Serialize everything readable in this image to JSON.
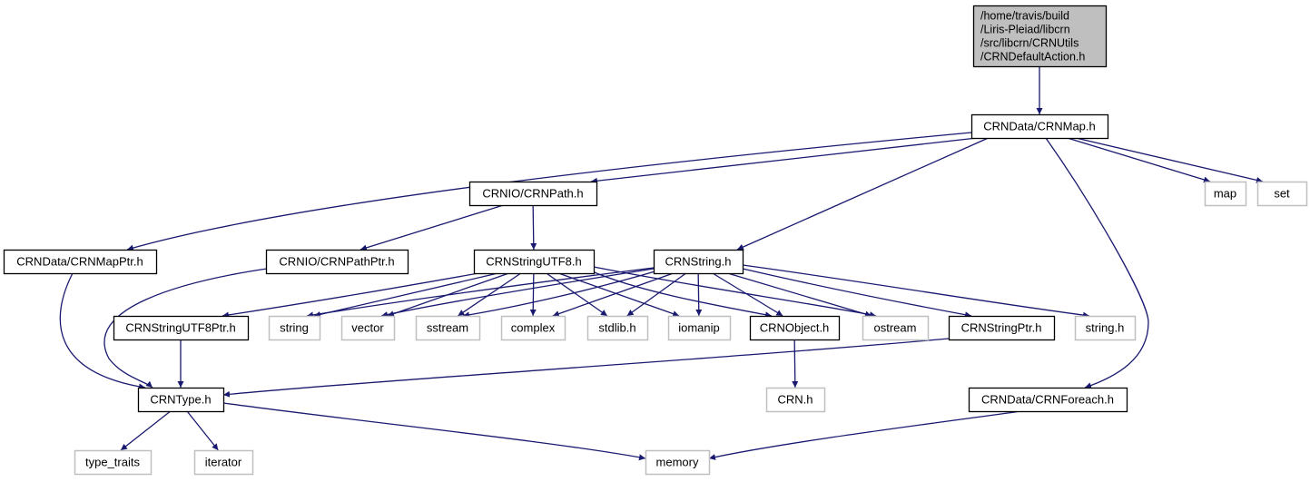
{
  "diagram": {
    "title": "Include dependency graph for CRNDefaultAction.h",
    "colors": {
      "edge": "#191970",
      "root_fill": "#bfbfbf",
      "project_border": "#000000",
      "system_border": "#bfbfbf",
      "node_fill": "#ffffff"
    },
    "nodes": [
      {
        "id": "root",
        "lines": [
          "/home/travis/build",
          "/Liris-Pleiad/libcrn",
          "/src/libcrn/CRNUtils",
          "/CRNDefaultAction.h"
        ],
        "kind": "root"
      },
      {
        "id": "crnmap",
        "lines": [
          "CRNData/CRNMap.h"
        ],
        "kind": "project"
      },
      {
        "id": "crnpath",
        "lines": [
          "CRNIO/CRNPath.h"
        ],
        "kind": "project"
      },
      {
        "id": "map",
        "lines": [
          "map"
        ],
        "kind": "system"
      },
      {
        "id": "set",
        "lines": [
          "set"
        ],
        "kind": "system"
      },
      {
        "id": "crnmapptr",
        "lines": [
          "CRNData/CRNMapPtr.h"
        ],
        "kind": "project"
      },
      {
        "id": "crnpathptr",
        "lines": [
          "CRNIO/CRNPathPtr.h"
        ],
        "kind": "project"
      },
      {
        "id": "crnstringutf8",
        "lines": [
          "CRNStringUTF8.h"
        ],
        "kind": "project"
      },
      {
        "id": "crnstring",
        "lines": [
          "CRNString.h"
        ],
        "kind": "project"
      },
      {
        "id": "crnstringutf8ptr",
        "lines": [
          "CRNStringUTF8Ptr.h"
        ],
        "kind": "project"
      },
      {
        "id": "string",
        "lines": [
          "string"
        ],
        "kind": "system"
      },
      {
        "id": "vector",
        "lines": [
          "vector"
        ],
        "kind": "system"
      },
      {
        "id": "sstream",
        "lines": [
          "sstream"
        ],
        "kind": "system"
      },
      {
        "id": "complex",
        "lines": [
          "complex"
        ],
        "kind": "system"
      },
      {
        "id": "stdlib",
        "lines": [
          "stdlib.h"
        ],
        "kind": "system"
      },
      {
        "id": "iomanip",
        "lines": [
          "iomanip"
        ],
        "kind": "system"
      },
      {
        "id": "crnobject",
        "lines": [
          "CRNObject.h"
        ],
        "kind": "project"
      },
      {
        "id": "ostream",
        "lines": [
          "ostream"
        ],
        "kind": "system"
      },
      {
        "id": "crnstringptr",
        "lines": [
          "CRNStringPtr.h"
        ],
        "kind": "project"
      },
      {
        "id": "stringh",
        "lines": [
          "string.h"
        ],
        "kind": "system"
      },
      {
        "id": "crntype",
        "lines": [
          "CRNType.h"
        ],
        "kind": "project"
      },
      {
        "id": "crnh",
        "lines": [
          "CRN.h"
        ],
        "kind": "system"
      },
      {
        "id": "crnforeach",
        "lines": [
          "CRNData/CRNForeach.h"
        ],
        "kind": "project"
      },
      {
        "id": "type_traits",
        "lines": [
          "type_traits"
        ],
        "kind": "system"
      },
      {
        "id": "iterator",
        "lines": [
          "iterator"
        ],
        "kind": "system"
      },
      {
        "id": "memory",
        "lines": [
          "memory"
        ],
        "kind": "system"
      }
    ],
    "edges": [
      [
        "root",
        "crnmap"
      ],
      [
        "crnmap",
        "crnmapptr"
      ],
      [
        "crnmap",
        "crnpath"
      ],
      [
        "crnmap",
        "crnstring"
      ],
      [
        "crnmap",
        "map"
      ],
      [
        "crnmap",
        "set"
      ],
      [
        "crnmap",
        "crnforeach"
      ],
      [
        "crnpath",
        "crnpathptr"
      ],
      [
        "crnpath",
        "crnstringutf8"
      ],
      [
        "crnmapptr",
        "crntype"
      ],
      [
        "crnpathptr",
        "crntype"
      ],
      [
        "crnstringutf8",
        "crnstringutf8ptr"
      ],
      [
        "crnstringutf8",
        "string"
      ],
      [
        "crnstringutf8",
        "vector"
      ],
      [
        "crnstringutf8",
        "sstream"
      ],
      [
        "crnstringutf8",
        "complex"
      ],
      [
        "crnstringutf8",
        "stdlib"
      ],
      [
        "crnstringutf8",
        "iomanip"
      ],
      [
        "crnstringutf8",
        "crnobject"
      ],
      [
        "crnstringutf8",
        "ostream"
      ],
      [
        "crnstring",
        "string"
      ],
      [
        "crnstring",
        "vector"
      ],
      [
        "crnstring",
        "sstream"
      ],
      [
        "crnstring",
        "complex"
      ],
      [
        "crnstring",
        "stdlib"
      ],
      [
        "crnstring",
        "iomanip"
      ],
      [
        "crnstring",
        "crnobject"
      ],
      [
        "crnstring",
        "ostream"
      ],
      [
        "crnstring",
        "crnstringptr"
      ],
      [
        "crnstring",
        "stringh"
      ],
      [
        "crnstringutf8ptr",
        "crntype"
      ],
      [
        "crnstringptr",
        "crntype"
      ],
      [
        "crnobject",
        "crnh"
      ],
      [
        "crntype",
        "type_traits"
      ],
      [
        "crntype",
        "iterator"
      ],
      [
        "crntype",
        "memory"
      ],
      [
        "crnforeach",
        "memory"
      ]
    ]
  }
}
